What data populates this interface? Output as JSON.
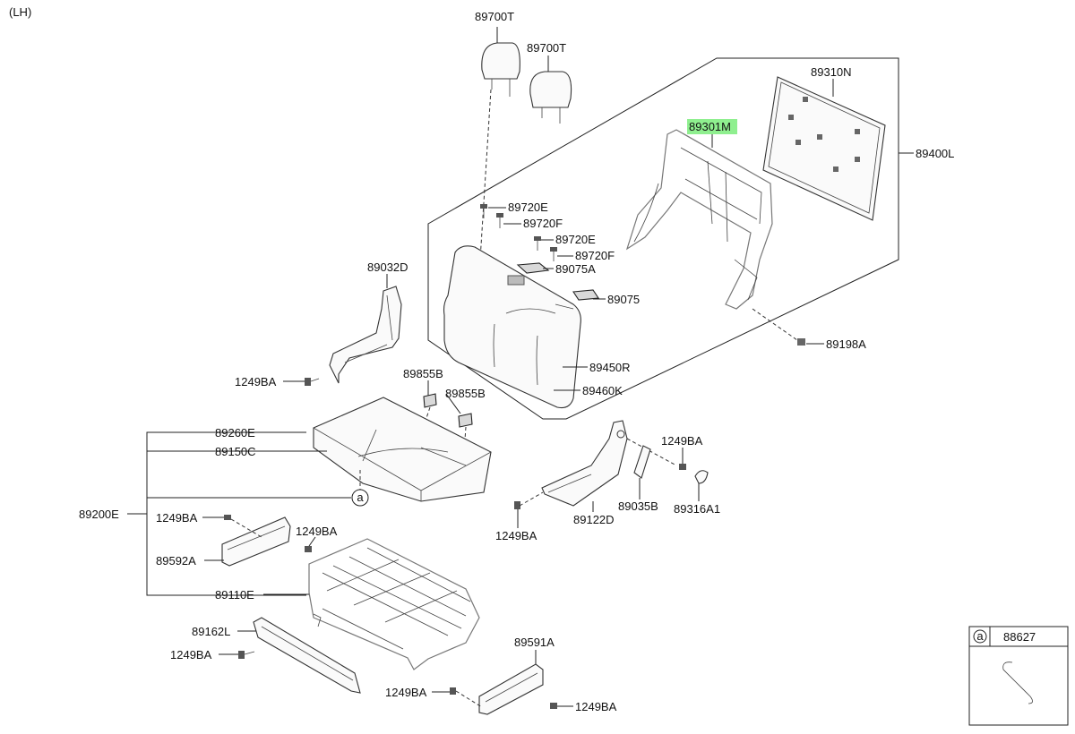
{
  "side": "(LH)",
  "highlight_color": "#8fef8f",
  "labels": {
    "headrest_1": "89700T",
    "headrest_2": "89700T",
    "guide_e1": "89720E",
    "guide_f1": "89720F",
    "guide_e2": "89720E",
    "guide_f2": "89720F",
    "cover_a": "89075A",
    "cover": "89075",
    "back_frame": "89301M",
    "back_board": "89310N",
    "back_assy": "89400L",
    "bolt_back": "89198A",
    "back_cover_r": "89450R",
    "back_pad": "89460K",
    "side_trim": "89032D",
    "screw_side": "1249BA",
    "hook_1": "89855B",
    "hook_2": "89855B",
    "cushion_cover": "89260E",
    "cushion_pad": "89150C",
    "cushion_assy": "89200E",
    "hinge_cover": "89122D",
    "cover_b": "89035B",
    "cap": "89316A1",
    "screw_hinge_top": "1249BA",
    "screw_hinge_bottom": "1249BA",
    "screw_592_left": "1249BA",
    "screw_592_right": "1249BA",
    "trim_592": "89592A",
    "cushion_frame": "89110E",
    "trim_162": "89162L",
    "screw_162": "1249BA",
    "trim_591": "89591A",
    "screw_591_left": "1249BA",
    "screw_591_right": "1249BA",
    "ref_a_center": "a",
    "legend_ref": "a",
    "legend_part": "88627"
  }
}
